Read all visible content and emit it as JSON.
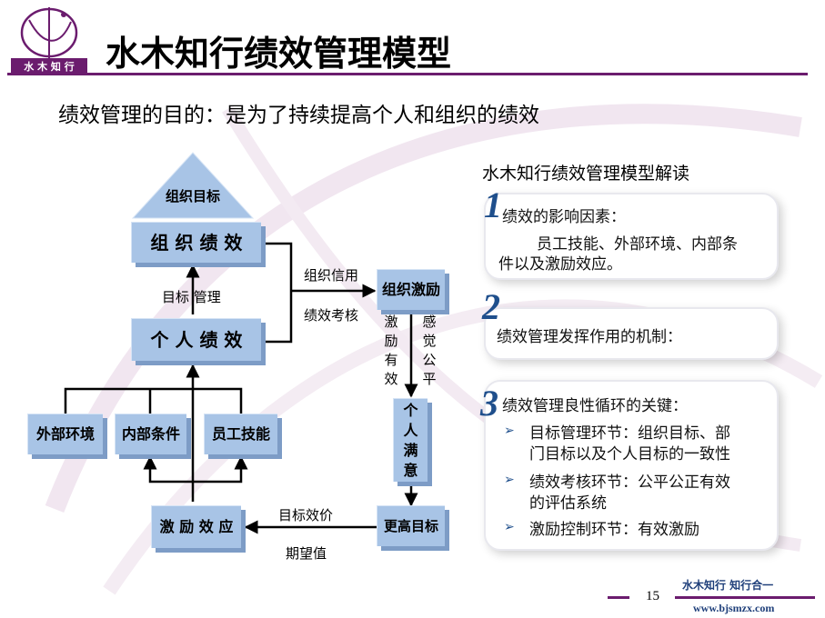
{
  "header": {
    "logo_text": "水 木 知 行",
    "title": "水木知行绩效管理模型",
    "accent_color": "#6b1c6e"
  },
  "subtitle": {
    "label": "绩效管理的目的：",
    "text": "是为了持续提高个人和组织的绩效"
  },
  "diagram": {
    "peak": "组织目标",
    "org_performance": "组 织 绩 效",
    "arrow_label_left": "目标  管理",
    "individual_performance": "个 人 绩 效",
    "external_env": "外部环境",
    "internal_cond": "内部条件",
    "staff_skill": "员工技能",
    "incentive_effect": "激 励 效 应",
    "org_credit": "组织信用",
    "perf_assess": "绩效考核",
    "org_incentive": "组织激励",
    "incentive_valid": [
      "激",
      "励",
      "有",
      "效"
    ],
    "feel_fair": [
      "感",
      "觉",
      "公",
      "平"
    ],
    "personal_satisfaction": [
      "个",
      "人",
      "满",
      "意"
    ],
    "higher_goal": "更高目标",
    "goal_valence": "目标效价",
    "expectancy": "期望值",
    "box_color": "#a8c4e6"
  },
  "right": {
    "heading": "水木知行绩效管理模型解读",
    "items": [
      {
        "num": "1",
        "title": "绩效的影响因素：",
        "body": [
          "员工技能、外部环境、内部条",
          "件以及激励效应。"
        ]
      },
      {
        "num": "2",
        "title": "绩效管理发挥作用的机制："
      },
      {
        "num": "3",
        "title": "绩效管理良性循环的关键：",
        "bullets": [
          [
            "目标管理环节：组织目标、部",
            "门目标以及个人目标的一致性"
          ],
          [
            "绩效考核环节：公平公正有效",
            "的评估系统"
          ],
          [
            "激励控制环节：有效激励"
          ]
        ]
      }
    ]
  },
  "footer": {
    "page_number": "15",
    "slogan": "水木知行  知行合一",
    "website": "www.bjsmzx.com"
  }
}
